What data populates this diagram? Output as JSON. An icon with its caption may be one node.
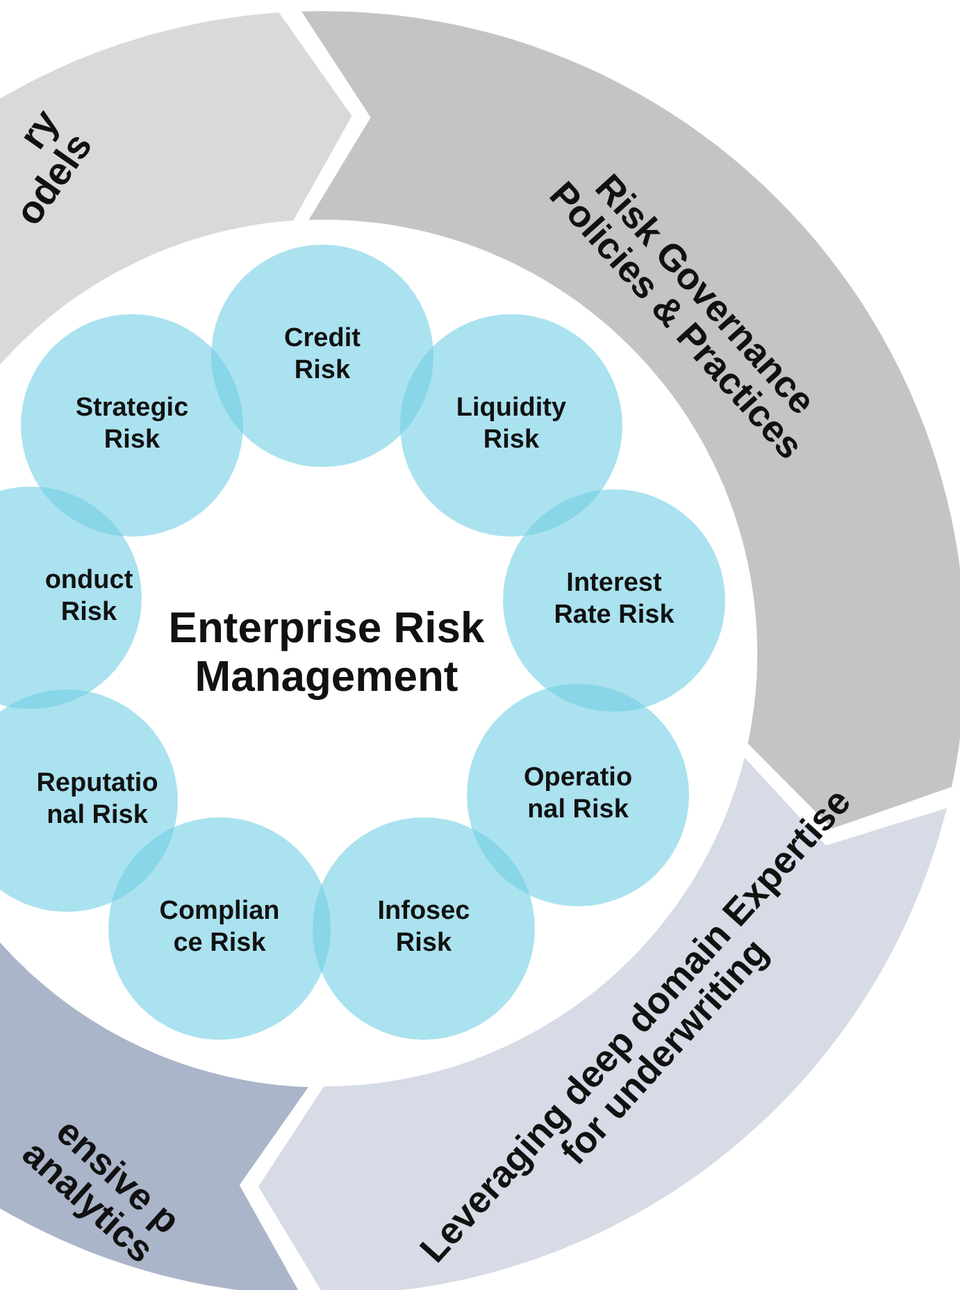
{
  "diagram": {
    "nodes": [
      {
        "text": [
          "ry odels"
        ]
      },
      {
        "text": [
          "Risk Governance Policies & Practices"
        ]
      },
      {
        "text": [
          "Leveraging deep domain Expertise for underwriting"
        ]
      },
      {
        "text": [
          "ensive p analytics"
        ]
      },
      {
        "text": [
          "Enterprise Risk Management"
        ]
      },
      {
        "text": [
          "Credit Risk"
        ]
      },
      {
        "text": [
          "Strategic Risk"
        ]
      },
      {
        "text": [
          "Liquidity Risk"
        ]
      },
      {
        "text": [
          "onduct Risk"
        ]
      },
      {
        "text": [
          "Interest Rate Risk"
        ]
      },
      {
        "text": [
          "Reputatio nal Risk"
        ]
      },
      {
        "text": [
          "Operatio nal Risk"
        ]
      },
      {
        "text": [
          "Complian ce Risk"
        ]
      },
      {
        "text": [
          "Infosec Risk"
        ]
      }
    ]
  }
}
